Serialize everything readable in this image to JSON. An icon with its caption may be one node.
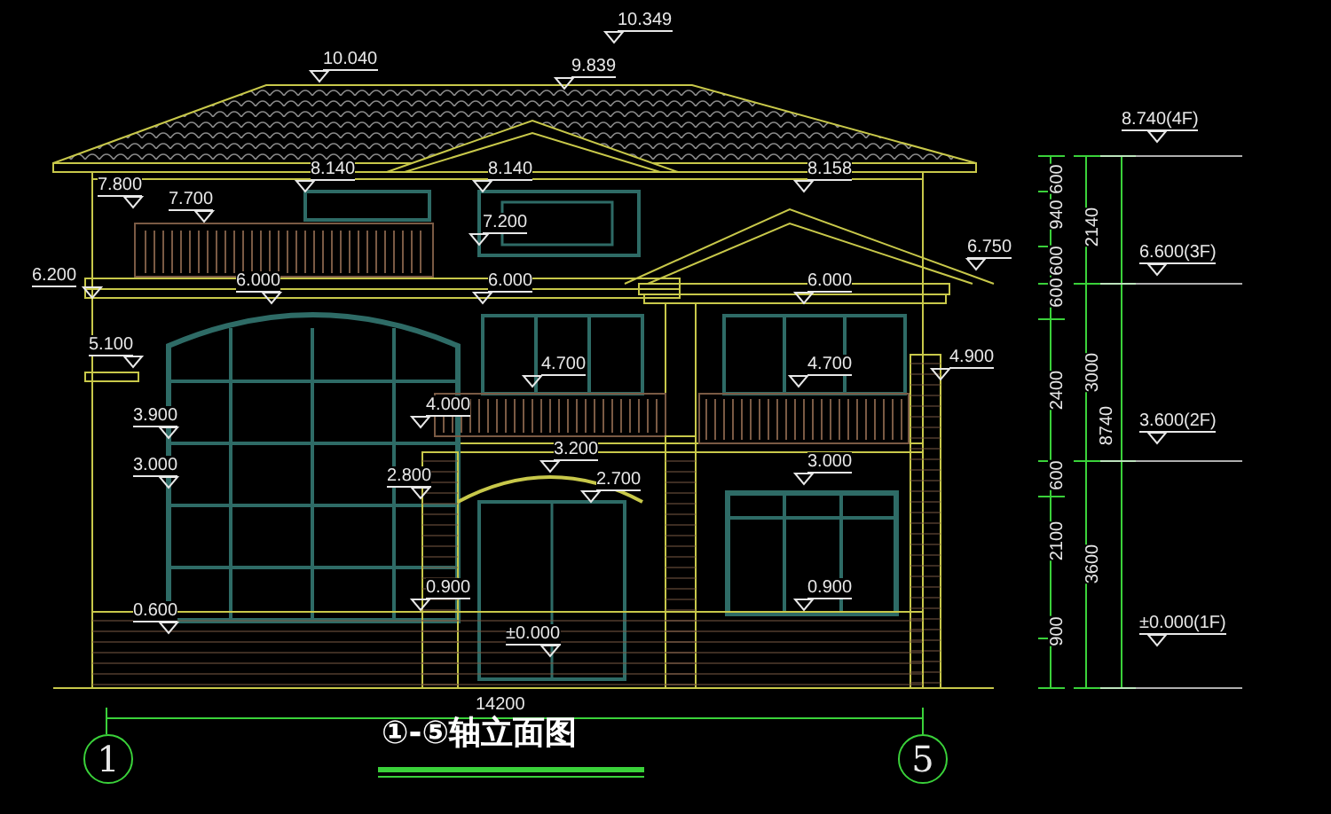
{
  "diagram": {
    "title": "①-⑤轴立面图",
    "nodes": [
      {
        "text": [
          "1"
        ]
      },
      {
        "text": [
          "5"
        ]
      }
    ],
    "labels": [
      "10.349",
      "10.040",
      "9.839",
      "8.740(4F)",
      "8.140",
      "8.140",
      "8.158",
      "600",
      "7.800",
      "7.700",
      "7.200",
      "940",
      "2140",
      "6.750",
      "6.600(3F)",
      "600",
      "6.200",
      "6.000",
      "6.000",
      "6.000",
      "600",
      "5.100",
      "4.900",
      "4.700",
      "4.700",
      "3000",
      "2400",
      "4.000",
      "3.900",
      "3.600(2F)",
      "8740",
      "3.200",
      "3.000",
      "3.000",
      "2.800",
      "600",
      "2.700",
      "2100",
      "3600",
      "0.900",
      "0.900",
      "0.600",
      "±0.000(1F)",
      "900",
      "±0.000",
      "14200"
    ]
  }
}
